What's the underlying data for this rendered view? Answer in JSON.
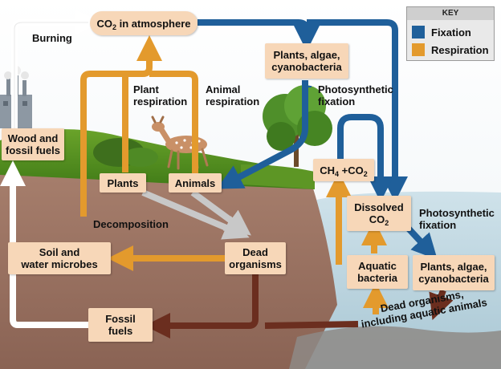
{
  "colors": {
    "fixation": "#1f5f9a",
    "respiration": "#e39a2d",
    "box_fill": "#f7d7b8",
    "decomposition": "#bfbfbf",
    "fossil_flow": "#6b2e1f",
    "burning": "#ffffff"
  },
  "key": {
    "title": "KEY",
    "fixation": "Fixation",
    "respiration": "Respiration"
  },
  "boxes": {
    "co2_atmosphere_prefix": "CO",
    "co2_atmosphere_sub": "2",
    "co2_atmosphere_suffix": " in atmosphere",
    "plants_algae_top_1": "Plants, algae,",
    "plants_algae_top_2": "cyanobacteria",
    "wood_fossil_1": "Wood and",
    "wood_fossil_2": "fossil fuels",
    "plants": "Plants",
    "animals": "Animals",
    "ch4_prefix": "CH",
    "ch4_sub": "4",
    "ch4_mid": " +CO",
    "ch4_sub2": "2",
    "dissolved_1": "Dissolved",
    "dissolved_2_prefix": "CO",
    "dissolved_2_sub": "2",
    "soil_microbes_1": "Soil and",
    "soil_microbes_2": "water microbes",
    "dead_organisms_1": "Dead",
    "dead_organisms_2": "organisms",
    "aquatic_bacteria_1": "Aquatic",
    "aquatic_bacteria_2": "bacteria",
    "plants_algae_bottom_1": "Plants, algae,",
    "plants_algae_bottom_2": "cyanobacteria",
    "fossil_fuels_1": "Fossil",
    "fossil_fuels_2": "fuels"
  },
  "labels": {
    "burning": "Burning",
    "plant_respiration_1": "Plant",
    "plant_respiration_2": "respiration",
    "animal_respiration_1": "Animal",
    "animal_respiration_2": "respiration",
    "photosynthetic_fixation_top_1": "Photosynthetic",
    "photosynthetic_fixation_top_2": "fixation",
    "photosynthetic_fixation_right_1": "Photosynthetic",
    "photosynthetic_fixation_right_2": "fixation",
    "decomposition": "Decomposition",
    "dead_aquatic_1": "Dead organisms,",
    "dead_aquatic_2": "including aquatic animals"
  }
}
